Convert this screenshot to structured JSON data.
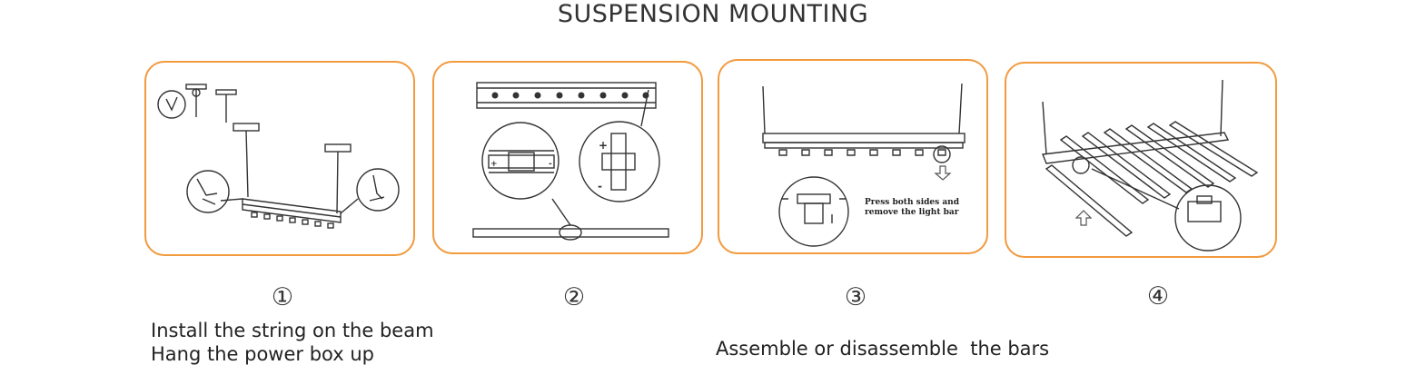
{
  "title": "SUSPENSION MOUNTING",
  "steps": [
    {
      "number": "①"
    },
    {
      "number": "②"
    },
    {
      "number": "③",
      "note": "Press both sides and\nremove the light bar"
    },
    {
      "number": "④"
    }
  ],
  "captions": {
    "step1_line1": "Install the string on the beam",
    "step1_line2": "Hang the power box up",
    "step3": "Assemble or disassemble  the bars"
  },
  "colors": {
    "panel_border": "#f19a3e",
    "line": "#333333"
  },
  "icons": [
    "arrow-down-icon",
    "arrow-up-icon",
    "plus-icon",
    "minus-icon"
  ]
}
